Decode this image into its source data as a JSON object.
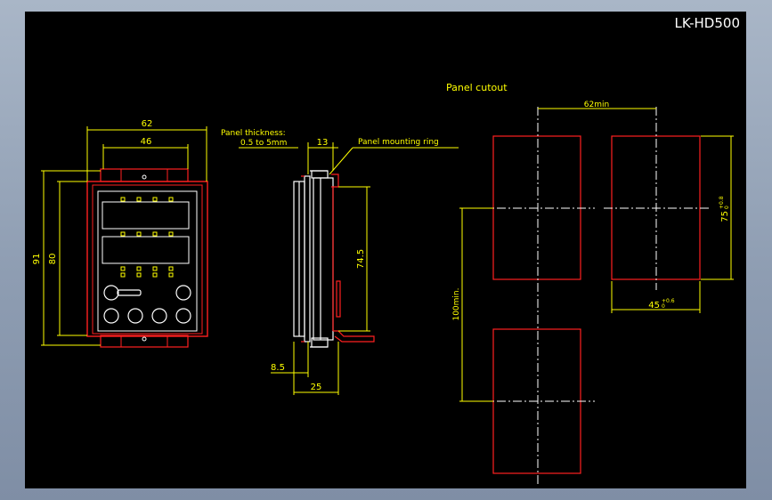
{
  "drawing": {
    "title": "LK-HD500",
    "front": {
      "width_label": "62",
      "inner_width_label": "46",
      "height_label": "91",
      "inner_height_label": "80"
    },
    "side": {
      "thickness_title": "Panel thickness:",
      "thickness_range": "0.5 to 5mm",
      "thickness_dim": "13",
      "ring_label": "Panel mounting ring",
      "height_dim": "74.5",
      "depth_small": "8.5",
      "depth_total": "25"
    },
    "cutout": {
      "title": "Panel cutout",
      "pitch_label": "62min",
      "height_label": "75",
      "height_tol": "+0.8",
      "height_tol_low": "0",
      "width_label": "45",
      "width_tol": "+0.6",
      "width_tol_low": "0",
      "vertical_pitch_label": "100min."
    }
  },
  "colors": {
    "background": "#000000",
    "dimension": "#ffff00",
    "outline": "#ff2020",
    "body": "#ffffff",
    "centerline": "#ffffff"
  }
}
